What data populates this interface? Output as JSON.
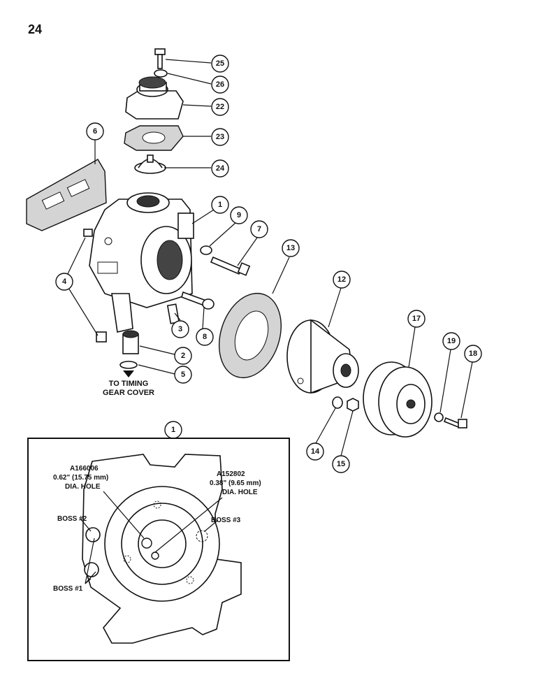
{
  "page_number": "24",
  "callouts": {
    "c1": "1",
    "c2": "2",
    "c3": "3",
    "c4": "4",
    "c5": "5",
    "c6": "6",
    "c7": "7",
    "c8": "8",
    "c9": "9",
    "c12": "12",
    "c13": "13",
    "c14": "14",
    "c15": "15",
    "c17": "17",
    "c18": "18",
    "c19": "19",
    "c22": "22",
    "c23": "23",
    "c24": "24",
    "c25": "25",
    "c26": "26",
    "c1_detail": "1"
  },
  "note": {
    "line1": "TO TIMING",
    "line2": "GEAR COVER"
  },
  "detail": {
    "hole_left_part": "A166006",
    "hole_left_size": "0.62\" (15.75 mm)",
    "hole_left_desc": "DIA. HOLE",
    "hole_right_part": "A152802",
    "hole_right_size": "0.38\" (9.65 mm)",
    "hole_right_desc": "DIA. HOLE",
    "boss2": "BOSS #2",
    "boss3": "BOSS #3",
    "boss1": "BOSS #1"
  }
}
